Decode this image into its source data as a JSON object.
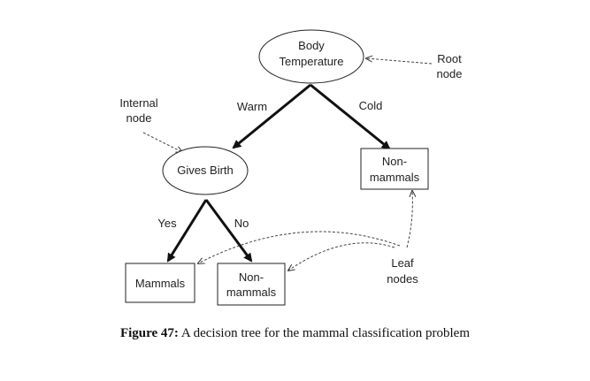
{
  "diagram": {
    "root": {
      "line1": "Body",
      "line2": "Temperature"
    },
    "internal": {
      "label": "Gives Birth"
    },
    "leaf_nonmammals_right": {
      "line1": "Non-",
      "line2": "mammals"
    },
    "leaf_mammals": {
      "label": "Mammals"
    },
    "leaf_nonmammals_mid": {
      "line1": "Non-",
      "line2": "mammals"
    },
    "edges": {
      "warm": "Warm",
      "cold": "Cold",
      "yes": "Yes",
      "no": "No"
    },
    "annotations": {
      "root_node": {
        "line1": "Root",
        "line2": "node"
      },
      "internal_node": {
        "line1": "Internal",
        "line2": "node"
      },
      "leaf_nodes": {
        "line1": "Leaf",
        "line2": "nodes"
      }
    }
  },
  "caption": {
    "label": "Figure 47:",
    "text": " A decision tree for the mammal classification problem"
  }
}
